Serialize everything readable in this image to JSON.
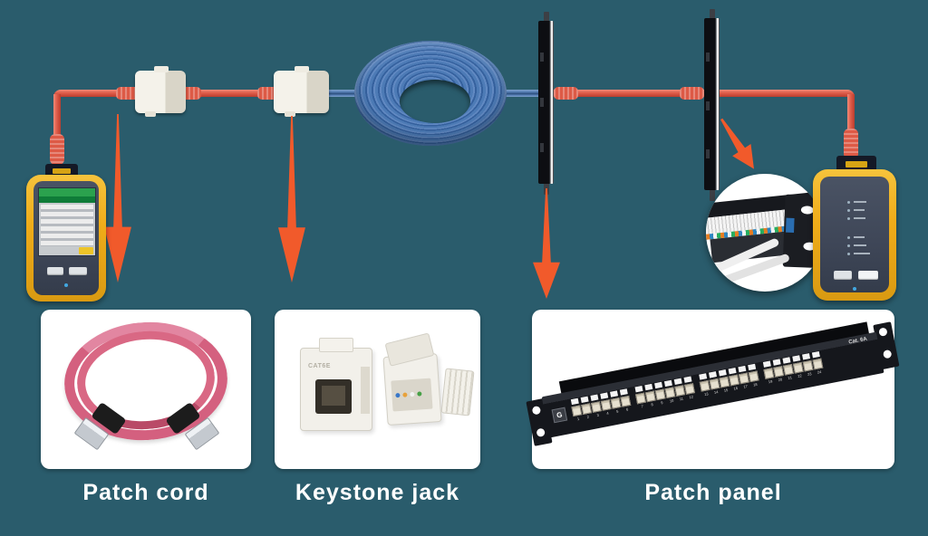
{
  "colors": {
    "background": "#2a5c6c",
    "arrow_orange": "#f15a2b",
    "patch_cord_red": "#e05d4a",
    "cable_blue": "#5b84ba",
    "coil_blue": "#4d7bb6",
    "tester_yellow": "#efac19",
    "tester_face": "#3e4657",
    "panel_black": "#0d0e12",
    "keystone_cream": "#f4f2ea",
    "card_background": "#ffffff",
    "label_text": "#ffffff",
    "product_cord_pink": "#d4607f"
  },
  "components": {
    "left_tester": "cable-tester-main-unit",
    "right_tester": "cable-tester-remote-unit",
    "keystone_couplers": 2,
    "vertical_patch_panels": 2,
    "cable_coil": "blue-horizontal-cable-spool",
    "inset": "patch-panel-rear-closeup",
    "callout_arrows": 3,
    "inset_arrow": 1
  },
  "cards": [
    {
      "id": "patch-cord",
      "label": "Patch cord"
    },
    {
      "id": "keystone-jack",
      "label": "Keystone jack",
      "marking": "CAT6E"
    },
    {
      "id": "patch-panel",
      "label": "Patch panel",
      "marking": "Cat. 6A",
      "logo": "G",
      "ports": 24,
      "ports_per_group": 6
    }
  ]
}
